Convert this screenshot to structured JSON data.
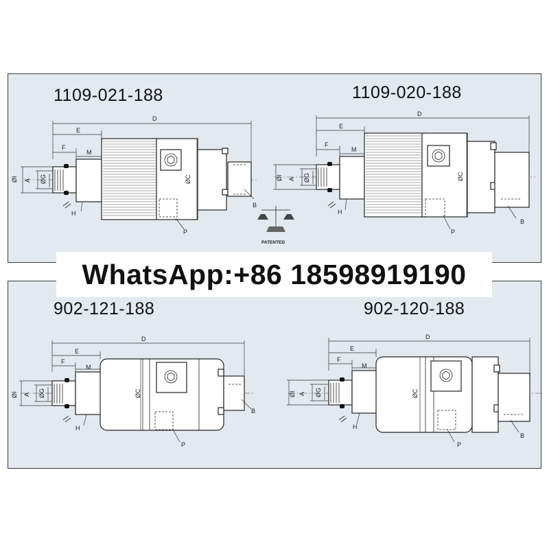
{
  "banner": {
    "text": "WhatsApp:+86 18598919190"
  },
  "panels": [
    {
      "code": "1109-021-188"
    },
    {
      "code": "1109-020-188"
    },
    {
      "code": "902-121-188"
    },
    {
      "code": "902-120-188"
    }
  ],
  "labels": {
    "d": "D",
    "e": "E",
    "f": "F",
    "m": "M",
    "i": "ØI",
    "a": "A",
    "g": "ØG",
    "c": "ØC",
    "b": "B",
    "h": "H",
    "p": "P"
  },
  "patented": "PATENTED",
  "colors": {
    "panel_bg": "#e3e9ef",
    "banner_bg": "#ffffff",
    "line": "#222222"
  }
}
